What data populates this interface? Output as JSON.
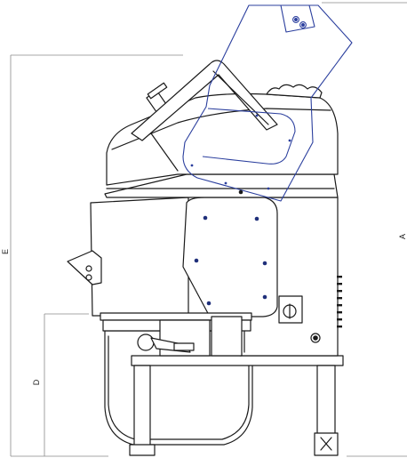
{
  "dimensions": {
    "height_overall": "E",
    "height_lower": "D",
    "height_total": "A"
  },
  "colors": {
    "line": "#1a1a1a",
    "dimension_line": "#8a8a8a",
    "accent": "#2b3f9e"
  }
}
